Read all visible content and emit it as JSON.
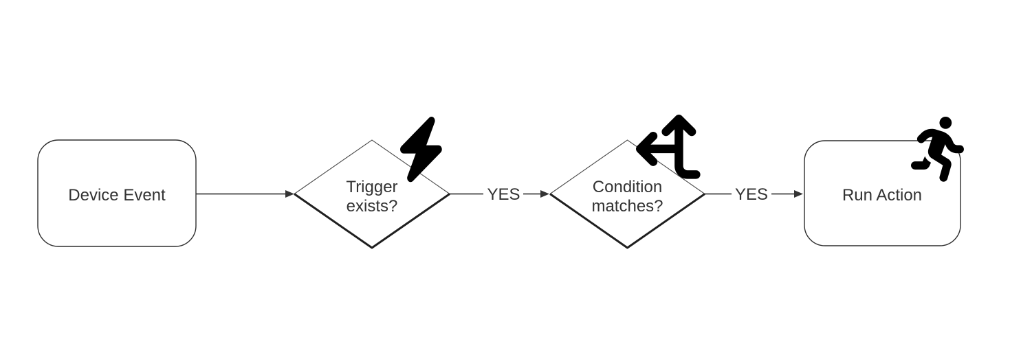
{
  "diagram": {
    "type": "flowchart",
    "direction": "left-to-right",
    "colors": {
      "background": "#ffffff",
      "node_fill": "#ffffff",
      "node_border": "#2e2e2e",
      "diamond_edge_light": "#4a4a4a",
      "diamond_edge_dark": "#1f1f1f",
      "connector": "#404040",
      "text": "#333333",
      "icon": "#000000"
    },
    "nodes": {
      "device_event": {
        "label": "Device Event",
        "shape": "rounded-rectangle"
      },
      "trigger_exists": {
        "label": "Trigger exists?",
        "line1": "Trigger",
        "line2": "exists?",
        "shape": "diamond",
        "icon": "lightning-bolt"
      },
      "condition_matches": {
        "label": "Condition matches?",
        "line1": "Condition",
        "line2": "matches?",
        "shape": "diamond",
        "icon": "split-arrows-up-and-left"
      },
      "run_action": {
        "label": "Run Action",
        "shape": "rounded-rectangle",
        "icon": "person-running"
      }
    },
    "edges": {
      "device_to_trigger": {
        "from": "device_event",
        "to": "trigger_exists",
        "label": ""
      },
      "trigger_to_condition": {
        "from": "trigger_exists",
        "to": "condition_matches",
        "label": "YES"
      },
      "condition_to_action": {
        "from": "condition_matches",
        "to": "run_action",
        "label": "YES"
      }
    }
  }
}
